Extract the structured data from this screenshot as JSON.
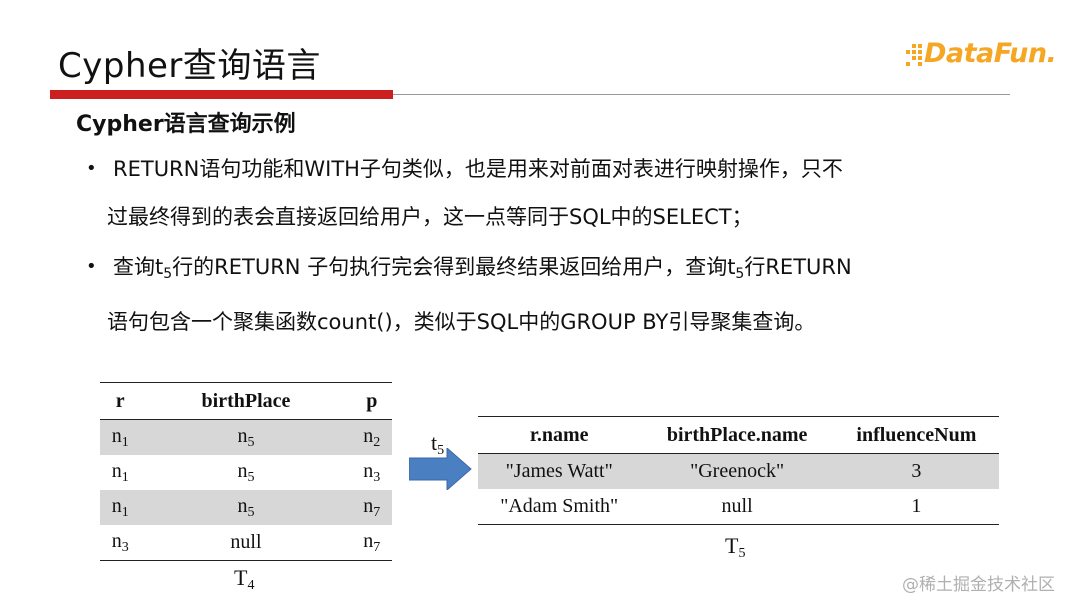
{
  "slide": {
    "title": "Cypher查询语言",
    "logo": "DataFun.",
    "subtitle": "Cypher语言查询示例",
    "bullet_char": "•",
    "bullet1": {
      "line1": "RETURN语句功能和WITH子句类似，也是用来对前面对表进行映射操作，只不",
      "line2": "过最终得到的表会直接返回给用户，这一点等同于SQL中的SELECT；"
    },
    "bullet2": {
      "part1": "查询t",
      "sub1": "5",
      "part2": "行的RETURN 子句执行完会得到最终结果返回给用户，查询t",
      "sub2": "5",
      "part3": "行RETURN",
      "line2": "语句包含一个聚集函数count()，类似于SQL中的GROUP BY引导聚集查询。"
    },
    "colors": {
      "accent_red": "#cc1f1f",
      "logo_orange": "#f5a623",
      "arrow_blue": "#4a7fc1",
      "row_shade": "#d7d7d7"
    }
  },
  "table4": {
    "headers": [
      "r",
      "birthPlace",
      "p"
    ],
    "rows": [
      [
        {
          "b": "n",
          "s": "1"
        },
        {
          "b": "n",
          "s": "5"
        },
        {
          "b": "n",
          "s": "2"
        }
      ],
      [
        {
          "b": "n",
          "s": "1"
        },
        {
          "b": "n",
          "s": "5"
        },
        {
          "b": "n",
          "s": "3"
        }
      ],
      [
        {
          "b": "n",
          "s": "1"
        },
        {
          "b": "n",
          "s": "5"
        },
        {
          "b": "n",
          "s": "7"
        }
      ],
      [
        {
          "b": "n",
          "s": "3"
        },
        {
          "b": "null",
          "s": ""
        },
        {
          "b": "n",
          "s": "7"
        }
      ]
    ],
    "caption": {
      "b": "T",
      "s": "4"
    }
  },
  "arrow_label": {
    "b": "t",
    "s": "5"
  },
  "table5": {
    "headers": [
      "r.name",
      "birthPlace.name",
      "influenceNum"
    ],
    "rows": [
      [
        "\"James Watt\"",
        "\"Greenock\"",
        "3"
      ],
      [
        "\"Adam Smith\"",
        "null",
        "1"
      ]
    ],
    "caption": {
      "b": "T",
      "s": "5"
    }
  },
  "watermark": "@稀土掘金技术社区"
}
